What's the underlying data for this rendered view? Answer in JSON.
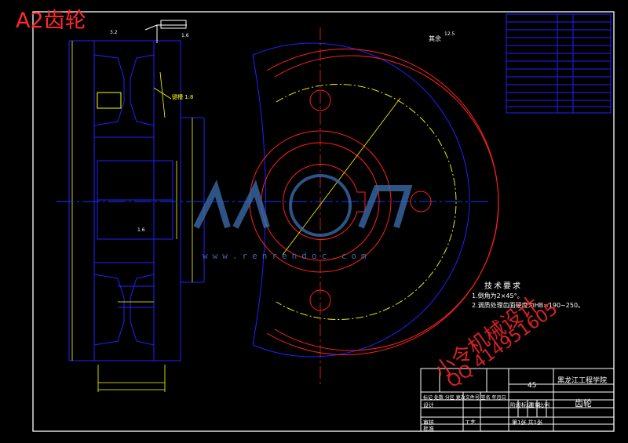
{
  "title": "A2齿轮",
  "roughness_other": "其余",
  "roughness_values": [
    "3.2",
    "1.6",
    "1.6",
    "12.5"
  ],
  "annotation_keyway": "键槽 1:8",
  "tech_requirements": {
    "heading": "技术要求",
    "items": [
      "1.倒角为2×45°。",
      "2.调质处理齿面硬度为HB=190~250。"
    ]
  },
  "watermark": {
    "brand": "人人文库",
    "url": "www.renrendoc.com",
    "author_line1": "小令机械设计",
    "author_line2": "QQ 414951605"
  },
  "title_block": {
    "material": "45",
    "school": "黑龙江工程学院",
    "part_name": "齿轮",
    "sheet": "第1张 共1张",
    "rows": [
      "标记 处数 分区 更改文件号 签名 年月日",
      "设计",
      "审核",
      "工艺",
      "批准"
    ],
    "cols": [
      "阶段标记",
      "重量",
      "比例"
    ]
  },
  "colors": {
    "background": "#000000",
    "outline": "#1010ff",
    "circles": "#ff2020",
    "centerline": "#ffff00",
    "center_axis": "#0a3cff",
    "dimension": "#ffff00",
    "text": "#ffffff",
    "watermark_logo": "#3a6aa8"
  }
}
